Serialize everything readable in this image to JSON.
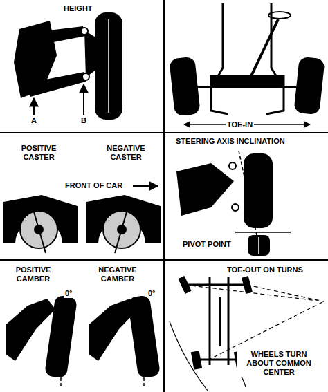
{
  "diagram": {
    "labels": [
      "HEIGHT",
      "A",
      "B",
      "TOE-IN",
      "POSITIVE CASTER",
      "NEGATIVE CASTER",
      "FRONT OF CAR",
      "STEERING AXIS INCLINATION",
      "PIVOT POINT",
      "POSITIVE CAMBER",
      "NEGATIVE CAMBER",
      "0°",
      "0°",
      "TOE-OUT ON TURNS",
      "WHEELS TURN ABOUT COMMON CENTER"
    ]
  }
}
